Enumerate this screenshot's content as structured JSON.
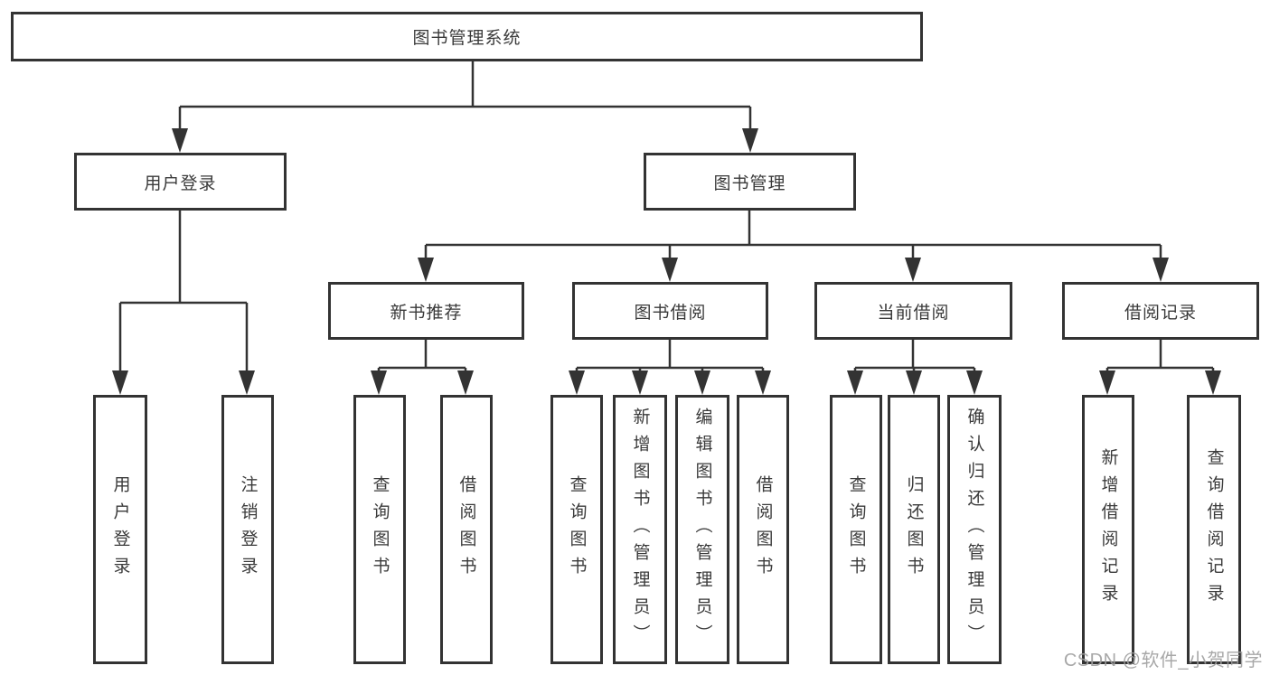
{
  "diagram": {
    "kind": "function-structure-tree",
    "colors": {
      "line": "#333333",
      "box_border": "#333333",
      "box_fill": "#ffffff",
      "text": "#3a3a3a",
      "watermark": "#9f9f9f"
    },
    "tree": {
      "root": {
        "label": "图书管理系统"
      },
      "branches": [
        {
          "label": "用户登录",
          "children": [
            {
              "label": "用户登录"
            },
            {
              "label": "注销登录"
            }
          ]
        },
        {
          "label": "图书管理",
          "children": [
            {
              "label": "新书推荐",
              "children": [
                {
                  "label": "查询图书"
                },
                {
                  "label": "借阅图书"
                }
              ]
            },
            {
              "label": "图书借阅",
              "children": [
                {
                  "label": "查询图书"
                },
                {
                  "label": "新增图书（管理员）"
                },
                {
                  "label": "编辑图书（管理员）"
                },
                {
                  "label": "借阅图书"
                }
              ]
            },
            {
              "label": "当前借阅",
              "children": [
                {
                  "label": "查询图书"
                },
                {
                  "label": "归还图书"
                },
                {
                  "label": "确认归还（管理员）"
                }
              ]
            },
            {
              "label": "借阅记录",
              "children": [
                {
                  "label": "新增借阅记录"
                },
                {
                  "label": "查询借阅记录"
                }
              ]
            }
          ]
        }
      ]
    },
    "watermark": {
      "text": "CSDN @软件_小贺同学"
    }
  }
}
